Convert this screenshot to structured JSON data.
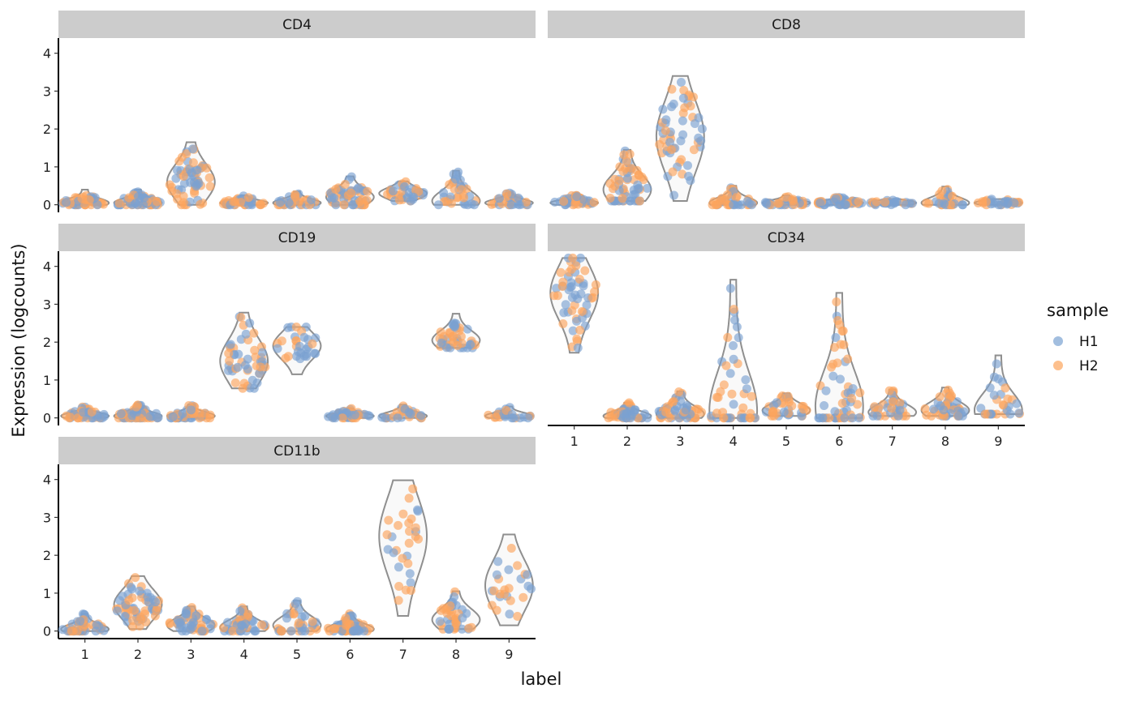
{
  "chart_data": {
    "type": "violin",
    "xlabel": "label",
    "ylabel": "Expression (logcounts)",
    "categories": [
      "1",
      "2",
      "3",
      "4",
      "5",
      "6",
      "7",
      "8",
      "9"
    ],
    "yticks": [
      0,
      1,
      2,
      3,
      4
    ],
    "legend": {
      "title": "sample",
      "placement": "right",
      "entries": [
        {
          "name": "H1",
          "color": "#7ba2d1"
        },
        {
          "name": "H2",
          "color": "#fca55d"
        }
      ]
    },
    "violin_outline_color": "#8f8f8f",
    "strip_color": "#cccccc",
    "panels": [
      {
        "name": "CD4",
        "ylim": [
          -0.2,
          4.4
        ],
        "clusters": [
          {
            "label": "1",
            "min": 0,
            "max": 0.4,
            "mode": 0.05,
            "n": 45
          },
          {
            "label": "2",
            "min": 0,
            "max": 0.4,
            "mode": 0.05,
            "n": 60
          },
          {
            "label": "3",
            "min": 0,
            "max": 1.65,
            "mode": 0.6,
            "n": 60
          },
          {
            "label": "4",
            "min": 0,
            "max": 0.25,
            "mode": 0.05,
            "n": 45
          },
          {
            "label": "5",
            "min": 0,
            "max": 0.35,
            "mode": 0.05,
            "n": 35
          },
          {
            "label": "6",
            "min": 0,
            "max": 0.75,
            "mode": 0.2,
            "n": 55
          },
          {
            "label": "7",
            "min": 0.1,
            "max": 0.62,
            "mode": 0.3,
            "n": 35
          },
          {
            "label": "8",
            "min": 0,
            "max": 0.9,
            "mode": 0.1,
            "n": 35
          },
          {
            "label": "9",
            "min": 0,
            "max": 0.32,
            "mode": 0.05,
            "n": 30
          }
        ]
      },
      {
        "name": "CD8",
        "ylim": [
          -0.2,
          4.4
        ],
        "clusters": [
          {
            "label": "1",
            "min": 0,
            "max": 0.25,
            "mode": 0.05,
            "n": 45
          },
          {
            "label": "2",
            "min": 0.1,
            "max": 1.45,
            "mode": 0.4,
            "n": 60
          },
          {
            "label": "3",
            "min": 0.1,
            "max": 3.4,
            "mode": 1.8,
            "n": 55
          },
          {
            "label": "4",
            "min": 0,
            "max": 0.5,
            "mode": 0.05,
            "n": 40
          },
          {
            "label": "5",
            "min": 0,
            "max": 0.25,
            "mode": 0.05,
            "n": 35
          },
          {
            "label": "6",
            "min": 0,
            "max": 0.2,
            "mode": 0.05,
            "n": 50
          },
          {
            "label": "7",
            "min": 0,
            "max": 0.15,
            "mode": 0.05,
            "n": 30
          },
          {
            "label": "8",
            "min": 0,
            "max": 0.48,
            "mode": 0.05,
            "n": 30
          },
          {
            "label": "9",
            "min": 0,
            "max": 0.15,
            "mode": 0.05,
            "n": 30
          }
        ]
      },
      {
        "name": "CD19",
        "ylim": [
          -0.2,
          4.4
        ],
        "clusters": [
          {
            "label": "1",
            "min": 0,
            "max": 0.3,
            "mode": 0.05,
            "n": 45
          },
          {
            "label": "2",
            "min": 0,
            "max": 0.35,
            "mode": 0.05,
            "n": 60
          },
          {
            "label": "3",
            "min": 0,
            "max": 0.35,
            "mode": 0.05,
            "n": 45
          },
          {
            "label": "4",
            "min": 0.78,
            "max": 2.78,
            "mode": 1.5,
            "n": 50
          },
          {
            "label": "5",
            "min": 1.15,
            "max": 2.4,
            "mode": 1.9,
            "n": 30
          },
          {
            "label": "6",
            "min": 0,
            "max": 0.25,
            "mode": 0.05,
            "n": 45
          },
          {
            "label": "7",
            "min": 0,
            "max": 0.35,
            "mode": 0.05,
            "n": 30
          },
          {
            "label": "8",
            "min": 1.85,
            "max": 2.75,
            "mode": 2.05,
            "n": 45
          },
          {
            "label": "9",
            "min": 0,
            "max": 0.3,
            "mode": 0.05,
            "n": 25
          }
        ]
      },
      {
        "name": "CD34",
        "ylim": [
          -0.2,
          4.4
        ],
        "clusters": [
          {
            "label": "1",
            "min": 1.72,
            "max": 4.22,
            "mode": 3.3,
            "n": 55
          },
          {
            "label": "2",
            "min": 0,
            "max": 0.4,
            "mode": 0.05,
            "n": 50
          },
          {
            "label": "3",
            "min": 0,
            "max": 0.7,
            "mode": 0.1,
            "n": 50
          },
          {
            "label": "4",
            "min": 0,
            "max": 3.65,
            "mode": 0.2,
            "n": 45
          },
          {
            "label": "5",
            "min": 0.05,
            "max": 0.65,
            "mode": 0.2,
            "n": 35
          },
          {
            "label": "6",
            "min": 0,
            "max": 3.3,
            "mode": 0.3,
            "n": 55
          },
          {
            "label": "7",
            "min": 0.05,
            "max": 0.75,
            "mode": 0.15,
            "n": 35
          },
          {
            "label": "8",
            "min": 0.05,
            "max": 0.8,
            "mode": 0.2,
            "n": 45
          },
          {
            "label": "9",
            "min": 0.1,
            "max": 1.65,
            "mode": 0.2,
            "n": 30
          }
        ]
      },
      {
        "name": "CD11b",
        "ylim": [
          -0.2,
          4.4
        ],
        "clusters": [
          {
            "label": "1",
            "min": 0,
            "max": 0.45,
            "mode": 0.05,
            "n": 45
          },
          {
            "label": "2",
            "min": 0.05,
            "max": 1.45,
            "mode": 0.7,
            "n": 60
          },
          {
            "label": "3",
            "min": 0,
            "max": 0.65,
            "mode": 0.15,
            "n": 55
          },
          {
            "label": "4",
            "min": 0,
            "max": 0.65,
            "mode": 0.1,
            "n": 45
          },
          {
            "label": "5",
            "min": 0,
            "max": 0.8,
            "mode": 0.15,
            "n": 35
          },
          {
            "label": "6",
            "min": 0,
            "max": 0.48,
            "mode": 0.05,
            "n": 55
          },
          {
            "label": "7",
            "min": 0.4,
            "max": 3.98,
            "mode": 2.5,
            "n": 30
          },
          {
            "label": "8",
            "min": 0.05,
            "max": 1.05,
            "mode": 0.3,
            "n": 40
          },
          {
            "label": "9",
            "min": 0.15,
            "max": 2.55,
            "mode": 1.2,
            "n": 25
          }
        ]
      }
    ]
  }
}
